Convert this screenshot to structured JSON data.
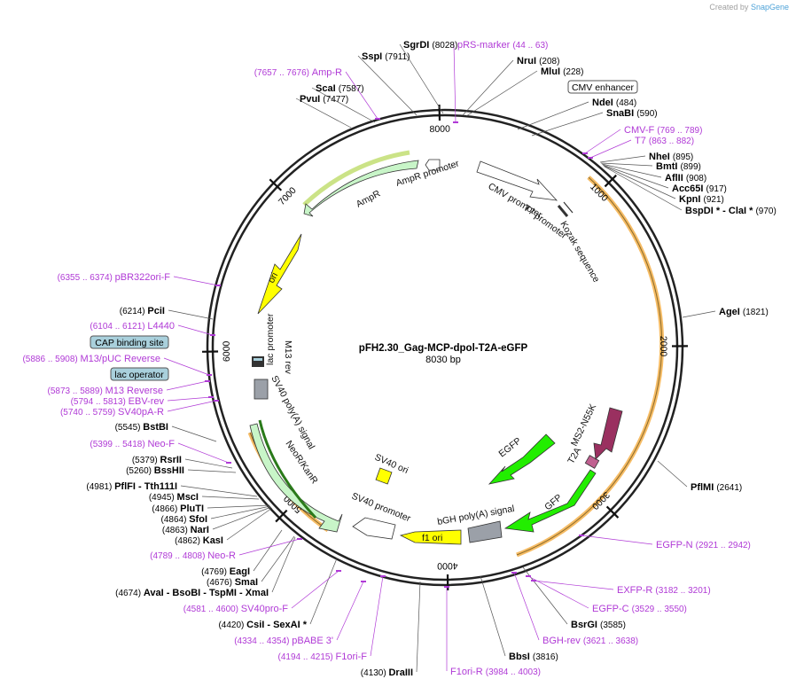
{
  "credit": {
    "prefix": "Created by",
    "brand": "SnapGene"
  },
  "plasmid": {
    "name": "pFH2.30_Gag-MCP-dpol-T2A-eGFP",
    "size_label": "8030 bp",
    "length": 8030
  },
  "ticks": [
    "8000",
    "1000",
    "2000",
    "3000",
    "4000",
    "5000",
    "6000",
    "7000"
  ],
  "tick_positions": [
    8000,
    1000,
    2000,
    3000,
    4000,
    5000,
    6000,
    7000
  ],
  "enzymes": [
    {
      "name": "SgrDI",
      "pos": "(8028)"
    },
    {
      "name": "SspI",
      "pos": "(7911)"
    },
    {
      "name": "NruI",
      "pos": "(208)"
    },
    {
      "name": "MluI",
      "pos": "(228)"
    },
    {
      "name": "ScaI",
      "pos": "(7587)"
    },
    {
      "name": "PvuI",
      "pos": "(7477)"
    },
    {
      "name": "NdeI",
      "pos": "(484)"
    },
    {
      "name": "SnaBI",
      "pos": "(590)"
    },
    {
      "name": "NheI",
      "pos": "(895)"
    },
    {
      "name": "BmtI",
      "pos": "(899)"
    },
    {
      "name": "AflII",
      "pos": "(908)"
    },
    {
      "name": "Acc65I",
      "pos": "(917)"
    },
    {
      "name": "KpnI",
      "pos": "(921)"
    },
    {
      "name": "BspDI * - ClaI *",
      "pos": "(970)"
    },
    {
      "name": "AgeI",
      "pos": "(1821)"
    },
    {
      "name": "PciI",
      "pos": "(6214)"
    },
    {
      "name": "PflMI",
      "pos": "(2641)"
    },
    {
      "name": "BstBI",
      "pos": "(5545)"
    },
    {
      "name": "RsrII",
      "pos": "(5379)"
    },
    {
      "name": "BssHII",
      "pos": "(5260)"
    },
    {
      "name": "PflFI - Tth111I",
      "pos": "(4981)"
    },
    {
      "name": "MscI",
      "pos": "(4945)"
    },
    {
      "name": "PluTI",
      "pos": "(4866)"
    },
    {
      "name": "SfoI",
      "pos": "(4864)"
    },
    {
      "name": "NarI",
      "pos": "(4863)"
    },
    {
      "name": "KasI",
      "pos": "(4862)"
    },
    {
      "name": "EagI",
      "pos": "(4769)"
    },
    {
      "name": "SmaI",
      "pos": "(4676)"
    },
    {
      "name": "AvaI - BsoBI - TspMI - XmaI",
      "pos": "(4674)"
    },
    {
      "name": "CsiI - SexAI *",
      "pos": "(4420)"
    },
    {
      "name": "DraIII",
      "pos": "(4130)"
    },
    {
      "name": "BbsI",
      "pos": "(3816)"
    },
    {
      "name": "BsrGI",
      "pos": "(3585)"
    }
  ],
  "primers": [
    {
      "name": "pRS-marker",
      "range": "(44 .. 63)"
    },
    {
      "name": "Amp-R",
      "range": "(7657 .. 7676)"
    },
    {
      "name": "CMV-F",
      "range": "(769 .. 789)"
    },
    {
      "name": "T7",
      "range": "(863 .. 882)"
    },
    {
      "name": "pBR322ori-F",
      "range": "(6355 .. 6374)"
    },
    {
      "name": "L4440",
      "range": "(6104 .. 6121)"
    },
    {
      "name": "M13/pUC Reverse",
      "range": "(5886 .. 5908)"
    },
    {
      "name": "M13 Reverse",
      "range": "(5873 .. 5889)"
    },
    {
      "name": "EBV-rev",
      "range": "(5794 .. 5813)"
    },
    {
      "name": "SV40pA-R",
      "range": "(5740 .. 5759)"
    },
    {
      "name": "Neo-F",
      "range": "(5399 .. 5418)"
    },
    {
      "name": "Neo-R",
      "range": "(4789 .. 4808)"
    },
    {
      "name": "SV40pro-F",
      "range": "(4581 .. 4600)"
    },
    {
      "name": "pBABE 3'",
      "range": "(4334 .. 4354)"
    },
    {
      "name": "F1ori-F",
      "range": "(4194 .. 4215)"
    },
    {
      "name": "F1ori-R",
      "range": "(3984 .. 4003)"
    },
    {
      "name": "BGH-rev",
      "range": "(3621 .. 3638)"
    },
    {
      "name": "EGFP-C",
      "range": "(3529 .. 3550)"
    },
    {
      "name": "EXFP-R",
      "range": "(3182 .. 3201)"
    },
    {
      "name": "EGFP-N",
      "range": "(2921 .. 2942)"
    }
  ],
  "boxed_features": [
    {
      "name": "CMV enhancer",
      "color": "#ffffff"
    },
    {
      "name": "CAP binding site",
      "color": "#a9d0dc"
    },
    {
      "name": "lac operator",
      "color": "#a9d0dc"
    }
  ],
  "features": [
    {
      "name": "AmpR promoter",
      "color": "#ffffff"
    },
    {
      "name": "AmpR",
      "color": "#c8f5c8"
    },
    {
      "name": "ori",
      "color": "#ffff00"
    },
    {
      "name": "CMV promoter",
      "color": "#ffffff"
    },
    {
      "name": "T7 promoter",
      "color": "#ffffff"
    },
    {
      "name": "Kozak sequence",
      "color": "#ffffff"
    },
    {
      "name": "lac promoter",
      "color": "#ffffff"
    },
    {
      "name": "M13 rev",
      "color": "#ffffff"
    },
    {
      "name": "SV40 poly(A) signal",
      "color": "#9ba0a8"
    },
    {
      "name": "NeoR/KanR",
      "color": "#c8f5c8"
    },
    {
      "name": "SV40 ori",
      "color": "#ffff00"
    },
    {
      "name": "SV40 promoter",
      "color": "#ffffff"
    },
    {
      "name": "f1 ori",
      "color": "#ffff00"
    },
    {
      "name": "bGH poly(A) signal",
      "color": "#9ba0a8"
    },
    {
      "name": "EGFP",
      "color": "#22ee00"
    },
    {
      "name": "GFP",
      "color": "#22ee00"
    },
    {
      "name": "T2A",
      "color": "#c06090"
    },
    {
      "name": "MS2-N55K",
      "color": "#9a3060"
    }
  ],
  "colors": {
    "enzyme": "#000000",
    "primer": "#b03ad6",
    "orf_highlight": "#f5b04a",
    "backbone": "#222222"
  }
}
